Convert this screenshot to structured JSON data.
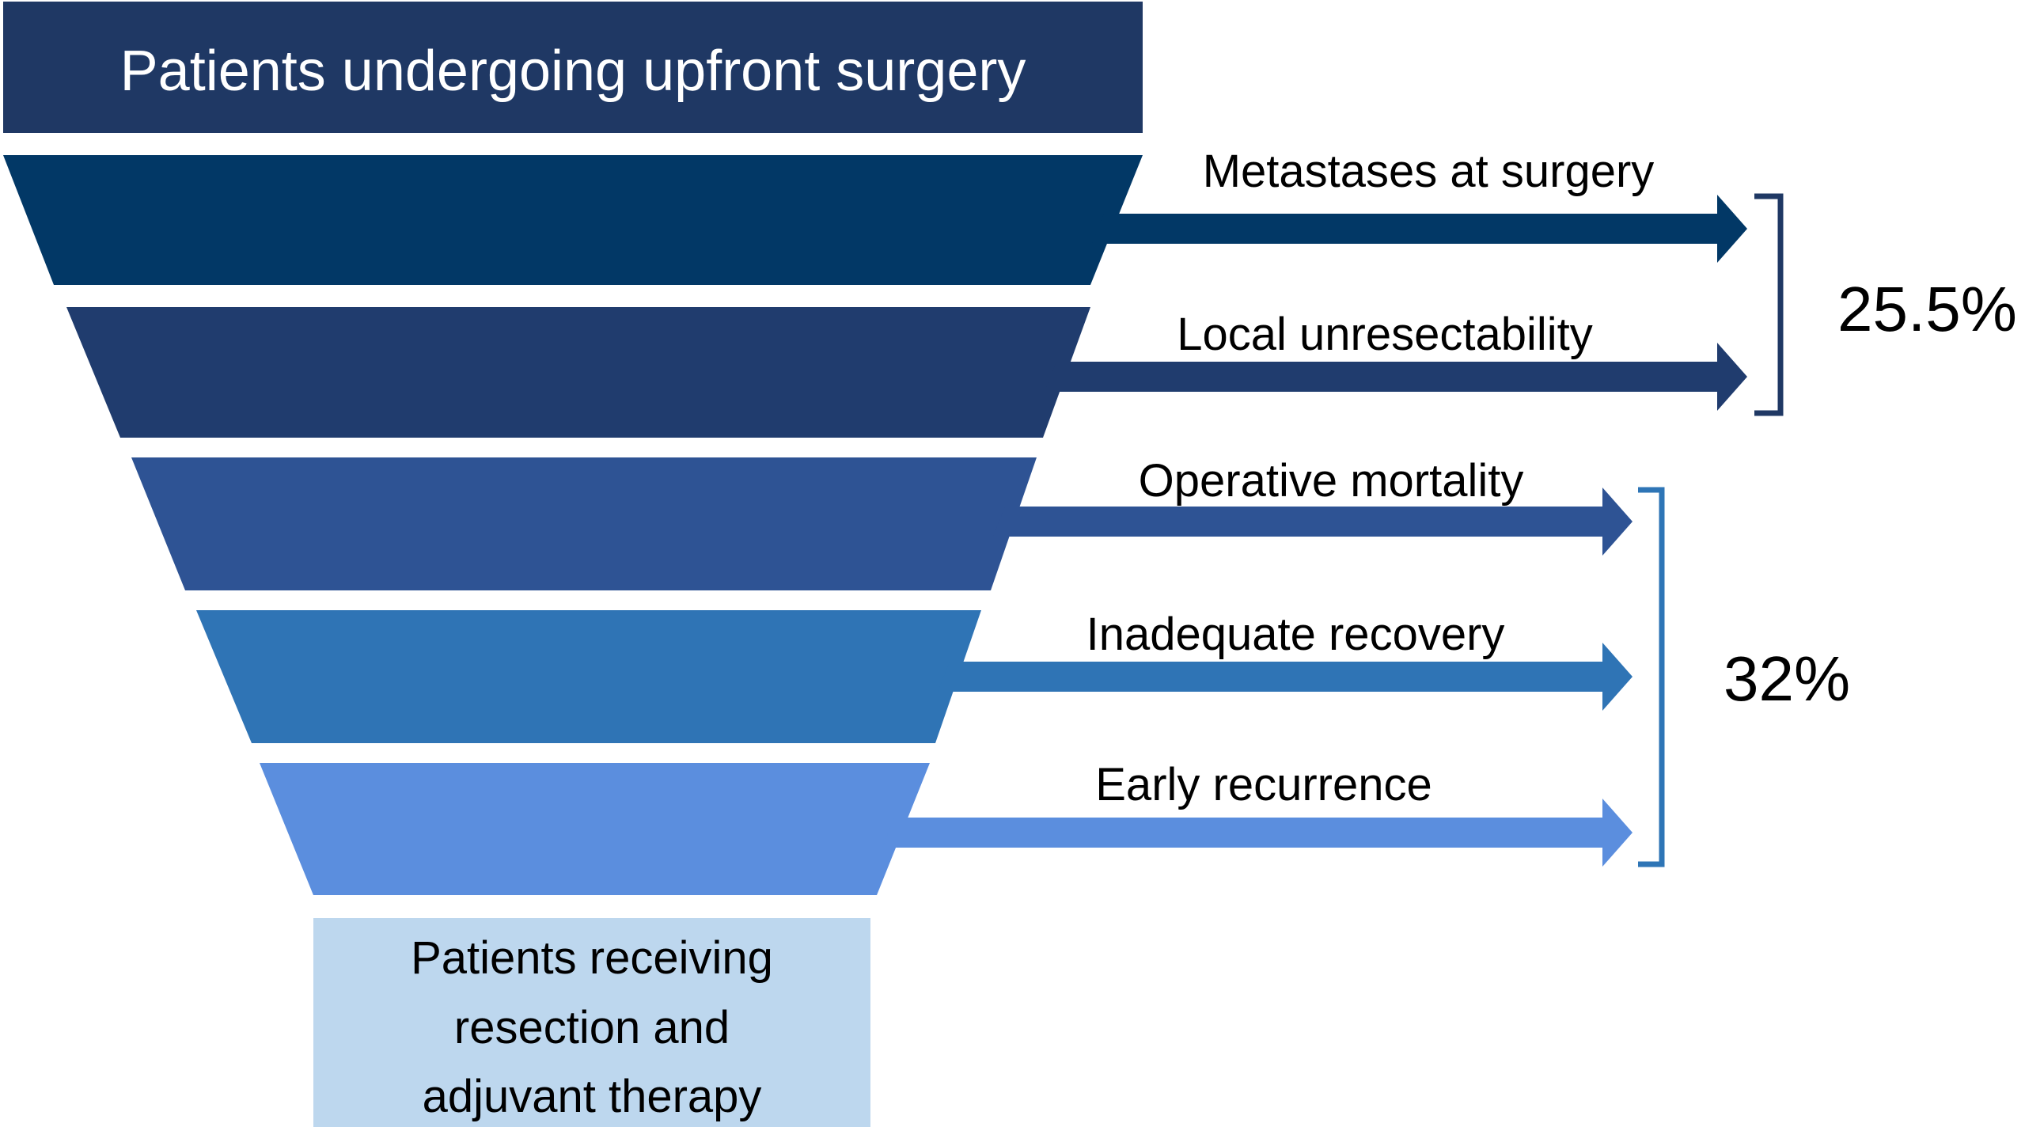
{
  "top_box": {
    "label": "Patients undergoing upfront surgery"
  },
  "bottom_box": {
    "lines": [
      "Patients receiving",
      "resection and",
      "adjuvant therapy"
    ]
  },
  "stages": [
    {
      "label": "Metastases at surgery"
    },
    {
      "label": "Local unresectability"
    },
    {
      "label": "Operative mortality"
    },
    {
      "label": "Inadequate recovery"
    },
    {
      "label": "Early recurrence"
    }
  ],
  "groups": [
    {
      "percent": "25.5%"
    },
    {
      "percent": "32%"
    }
  ],
  "colors": {
    "top_box": "#1f3864",
    "stage_1": "#023866",
    "stage_2": "#203c6e",
    "stage_3": "#2e5394",
    "stage_4": "#2f74b5",
    "stage_5": "#5b8ede",
    "bottom_box": "#bdd7ee",
    "bracket_1": "#1f3864",
    "bracket_2": "#2e75b6",
    "text_dark": "#000000",
    "text_light": "#ffffff"
  }
}
